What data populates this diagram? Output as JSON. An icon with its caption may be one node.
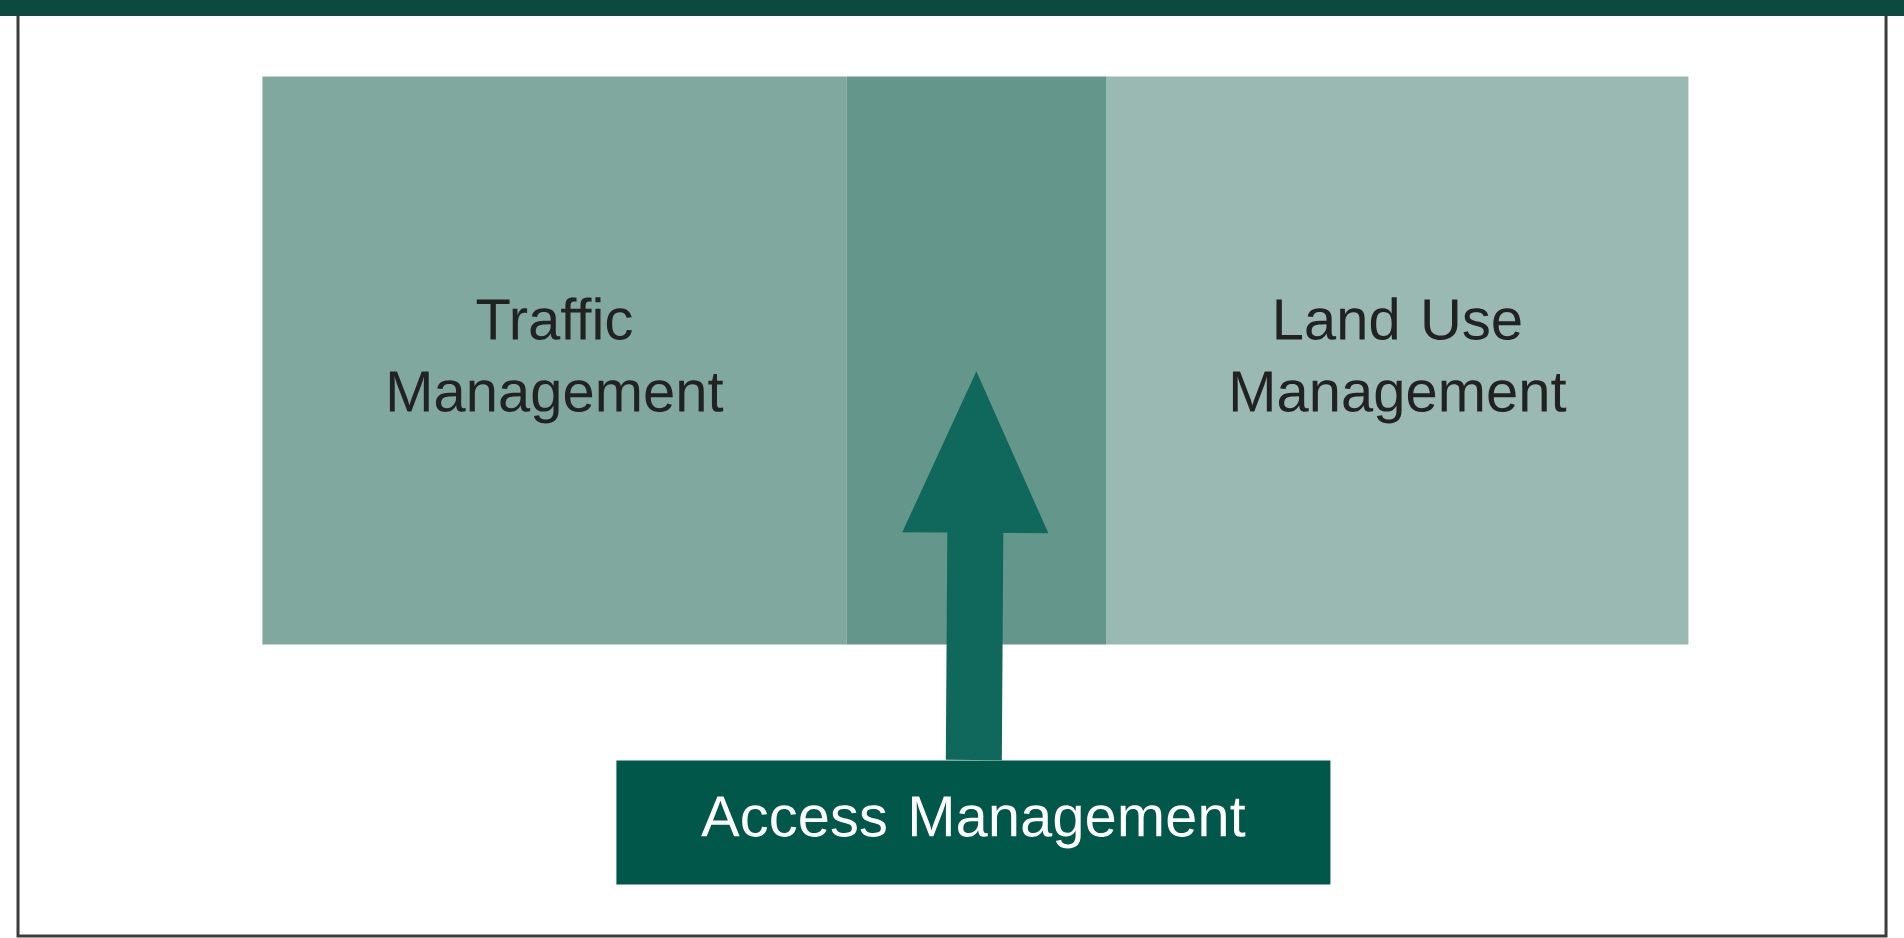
{
  "diagram": {
    "nodes": [
      {
        "text": [
          "Traffic Management"
        ]
      },
      {
        "text": [
          "Land Use Management"
        ]
      },
      {
        "text": [
          "Access Management"
        ]
      },
      {
        "text": [],
        "shape": "box"
      }
    ],
    "edges": [
      {
        "from": 2,
        "to": 3,
        "arrow": "to"
      }
    ]
  }
}
